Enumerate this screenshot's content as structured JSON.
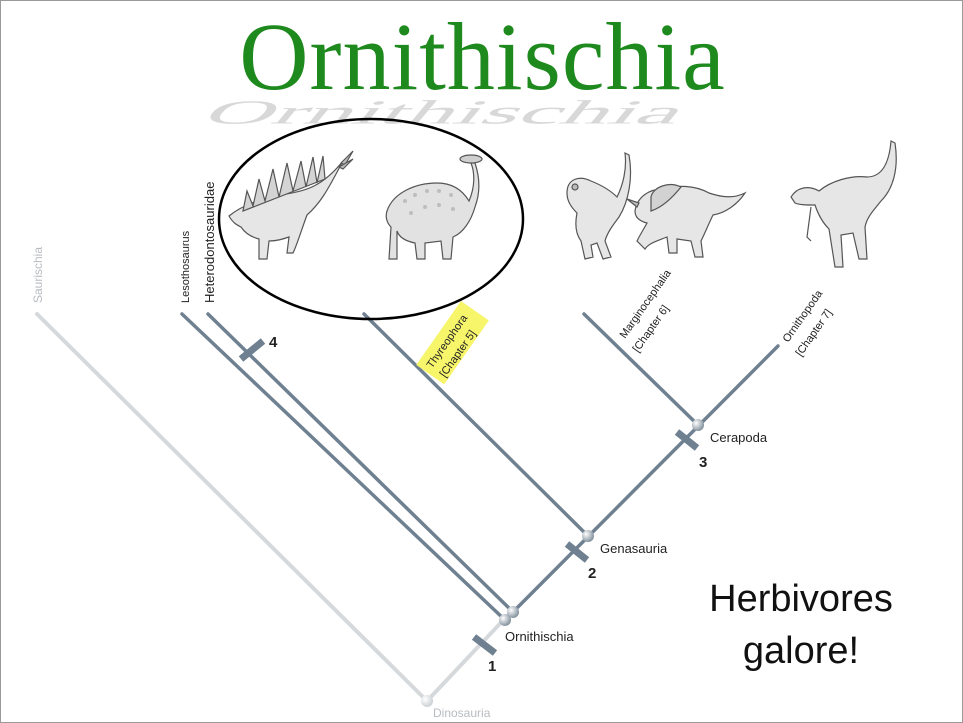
{
  "slide": {
    "title": "Ornithischia",
    "note_line1": "Herbivores",
    "note_line2": "galore!"
  },
  "tree": {
    "labels": {
      "saurischia": "Saurischia",
      "lesothosaurus": "Lesothosaurus",
      "heterodontosauridae": "Heterodontosauridae",
      "thyreophora_1": "Thyreophora",
      "thyreophora_2": "[Chapter 5]",
      "marginocephalia_1": "Marginocephalia",
      "marginocephalia_2": "[Chapter 6]",
      "ornithopoda_1": "Ornithopoda",
      "ornithopoda_2": "[Chapter 7]",
      "cerapoda": "Cerapoda",
      "genasauria": "Genasauria",
      "ornithischia": "Ornithischia",
      "dinosauria": "Dinosauria"
    },
    "node_numbers": {
      "n1": "1",
      "n2": "2",
      "n3": "3",
      "n4": "4"
    }
  },
  "colors": {
    "title_green": "#1e8a1e",
    "branch_blue": "#6f8191",
    "saurischia_gray": "#d6d9dc",
    "highlight_yellow": "#f7f56a"
  }
}
